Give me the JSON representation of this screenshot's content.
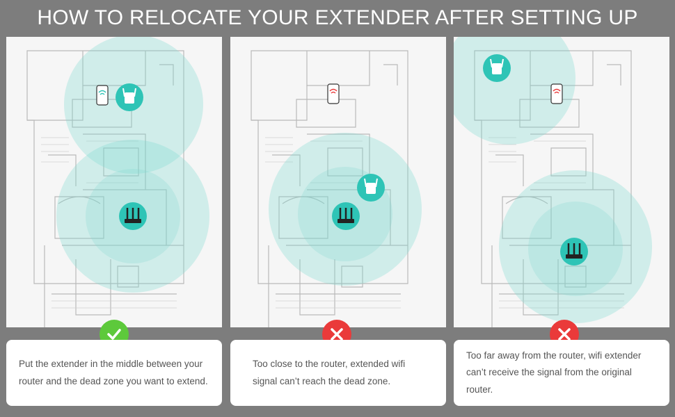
{
  "headline": "HOW TO RELOCATE YOUR EXTENDER AFTER SETTING UP",
  "colors": {
    "background": "#7d7d7d",
    "coverage": "#7fd9d1",
    "device": "#2ec4b6",
    "correct": "#5dc93b",
    "wrong": "#ea3a3a"
  },
  "panels": [
    {
      "status": "correct",
      "status_icon": "check-icon",
      "caption": "Put the extender in the middle between your router and the dead zone you want to extend."
    },
    {
      "status": "wrong",
      "status_icon": "cross-icon",
      "caption": "Too close to the router, extended wifi signal can’t reach the dead zone."
    },
    {
      "status": "wrong",
      "status_icon": "cross-icon",
      "caption": "Too far away from the router, wifi extender can’t receive the signal from the original router."
    }
  ]
}
